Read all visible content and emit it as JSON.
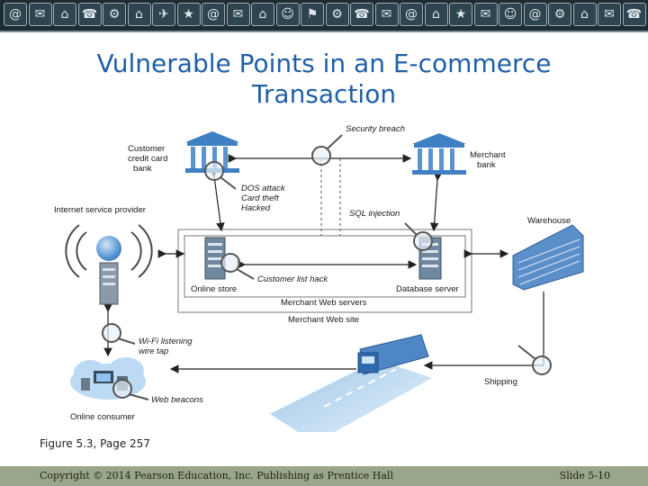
{
  "slide": {
    "title": "Vulnerable Points in an E-commerce Transaction",
    "caption": "Figure 5.3, Page 257",
    "footer_copyright": "Copyright © 2014 Pearson Education, Inc. Publishing as Prentice Hall",
    "slide_number": "Slide 5-10"
  },
  "banner_icons": [
    "@",
    "✉",
    "⌂",
    "☎",
    "⚙",
    "⌂",
    "✈",
    "★",
    "@",
    "✉",
    "⌂",
    "☺",
    "⚑",
    "⚙",
    "☎",
    "✉",
    "@",
    "⌂",
    "★",
    "✉",
    "☺",
    "@",
    "⚙",
    "⌂",
    "✉",
    "☎"
  ],
  "diagram": {
    "nodes": {
      "customer_bank": [
        "Customer",
        "credit card",
        "bank"
      ],
      "merchant_bank": [
        "Merchant",
        "bank"
      ],
      "isp": "Internet service provider",
      "warehouse": "Warehouse",
      "online_store": "Online store",
      "database_server": "Database server",
      "merchant_web_servers": "Merchant Web servers",
      "merchant_web_site": "Merchant Web site",
      "online_consumer": "Online consumer",
      "shipping": "Shipping"
    },
    "threats": {
      "security_breach": "Security breach",
      "dos_attack": [
        "DOS attack",
        "Card theft",
        "Hacked"
      ],
      "sql_injection": "SQL injection",
      "customer_list_hack": "Customer list hack",
      "wifi_listening": [
        "Wi-Fi listening",
        "wire tap"
      ],
      "web_beacons": "Web beacons"
    }
  }
}
